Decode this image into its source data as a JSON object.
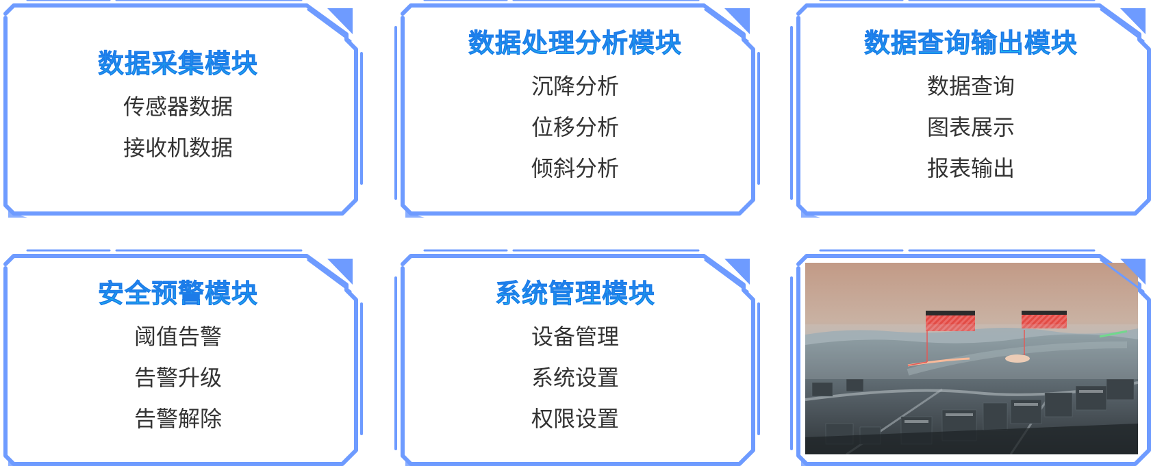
{
  "modules": [
    {
      "title": "数据采集模块",
      "items": [
        "传感器数据",
        "接收机数据"
      ]
    },
    {
      "title": "数据处理分析模块",
      "items": [
        "沉降分析",
        "位移分析",
        "倾斜分析"
      ]
    },
    {
      "title": "数据查询输出模块",
      "items": [
        "数据查询",
        "图表展示",
        "报表输出"
      ]
    },
    {
      "title": "安全预警模块",
      "items": [
        "阈值告警",
        "告警升级",
        "告警解除"
      ]
    },
    {
      "title": "系统管理模块",
      "items": [
        "设备管理",
        "系统设置",
        "权限设置"
      ]
    }
  ],
  "colors": {
    "frame": "#6e9bff",
    "title_top": "#2a7df2",
    "title_bottom": "#20d2f2",
    "item_text": "#333333",
    "warning_panel": "#e63c37"
  },
  "scene": {
    "description_icon": "city-3d-monitoring-scene-image"
  }
}
